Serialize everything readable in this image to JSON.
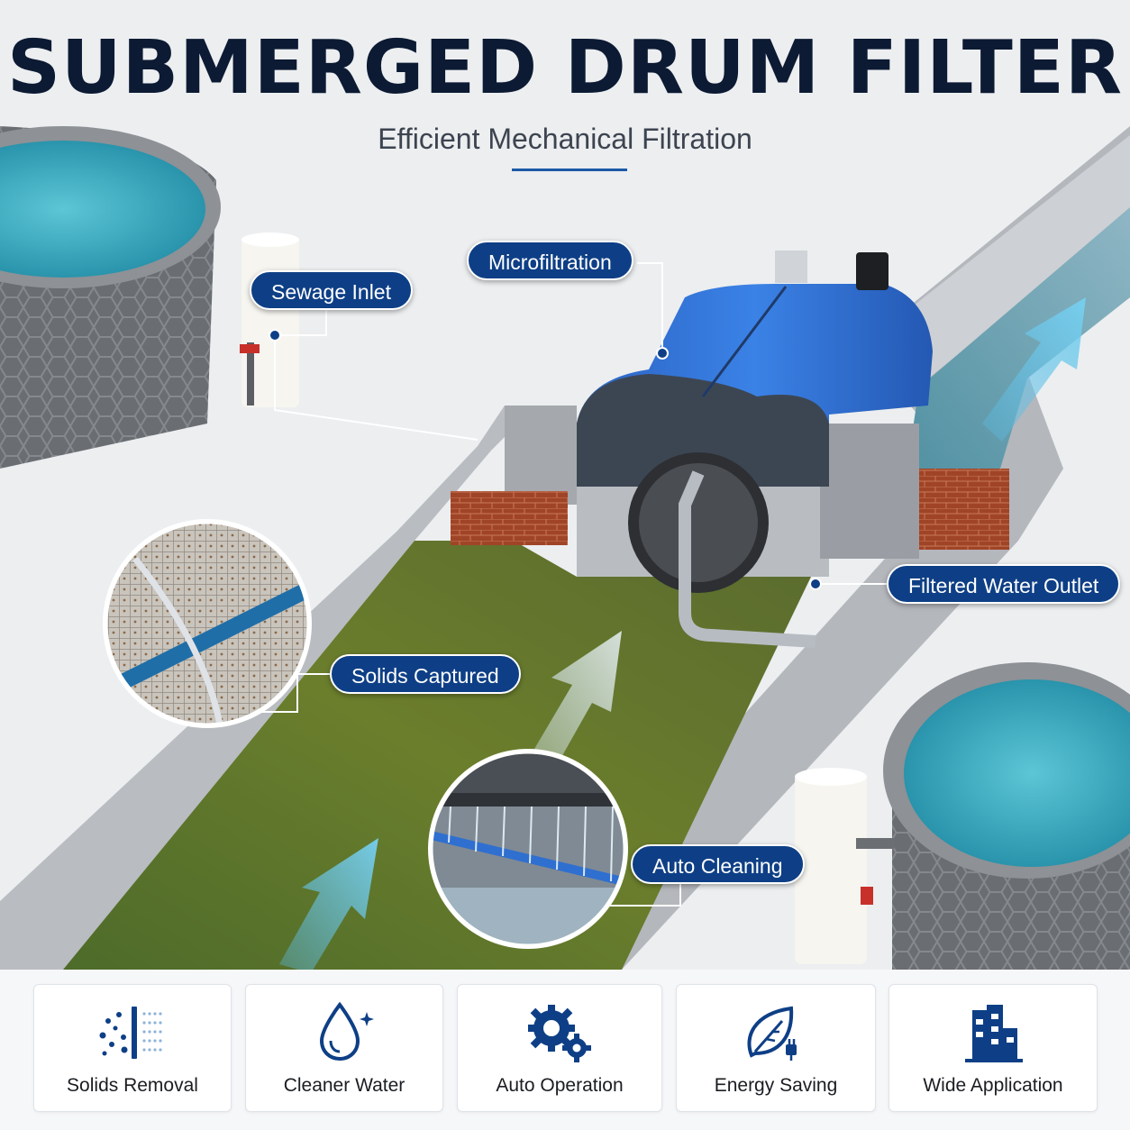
{
  "title": "SUBMERGED DRUM FILTER",
  "subtitle": "Efficient Mechanical Filtration",
  "colors": {
    "accent": "#0e3f86",
    "filter_body": "#2f6fd0",
    "green_water": "#5f7a2a",
    "clear_water": "#3aa3b5"
  },
  "callouts": {
    "sewage_inlet": "Sewage Inlet",
    "microfiltration": "Microfiltration",
    "filtered_water_outlet": "Filtered Water Outlet",
    "solids_captured": "Solids Captured",
    "auto_cleaning": "Auto Cleaning"
  },
  "features": [
    {
      "label": "Solids Removal",
      "icon": "particles-screen-icon"
    },
    {
      "label": "Cleaner Water",
      "icon": "water-drop-sparkle-icon"
    },
    {
      "label": "Auto Operation",
      "icon": "gears-icon"
    },
    {
      "label": "Energy Saving",
      "icon": "leaf-plug-icon"
    },
    {
      "label": "Wide Application",
      "icon": "buildings-icon"
    }
  ]
}
